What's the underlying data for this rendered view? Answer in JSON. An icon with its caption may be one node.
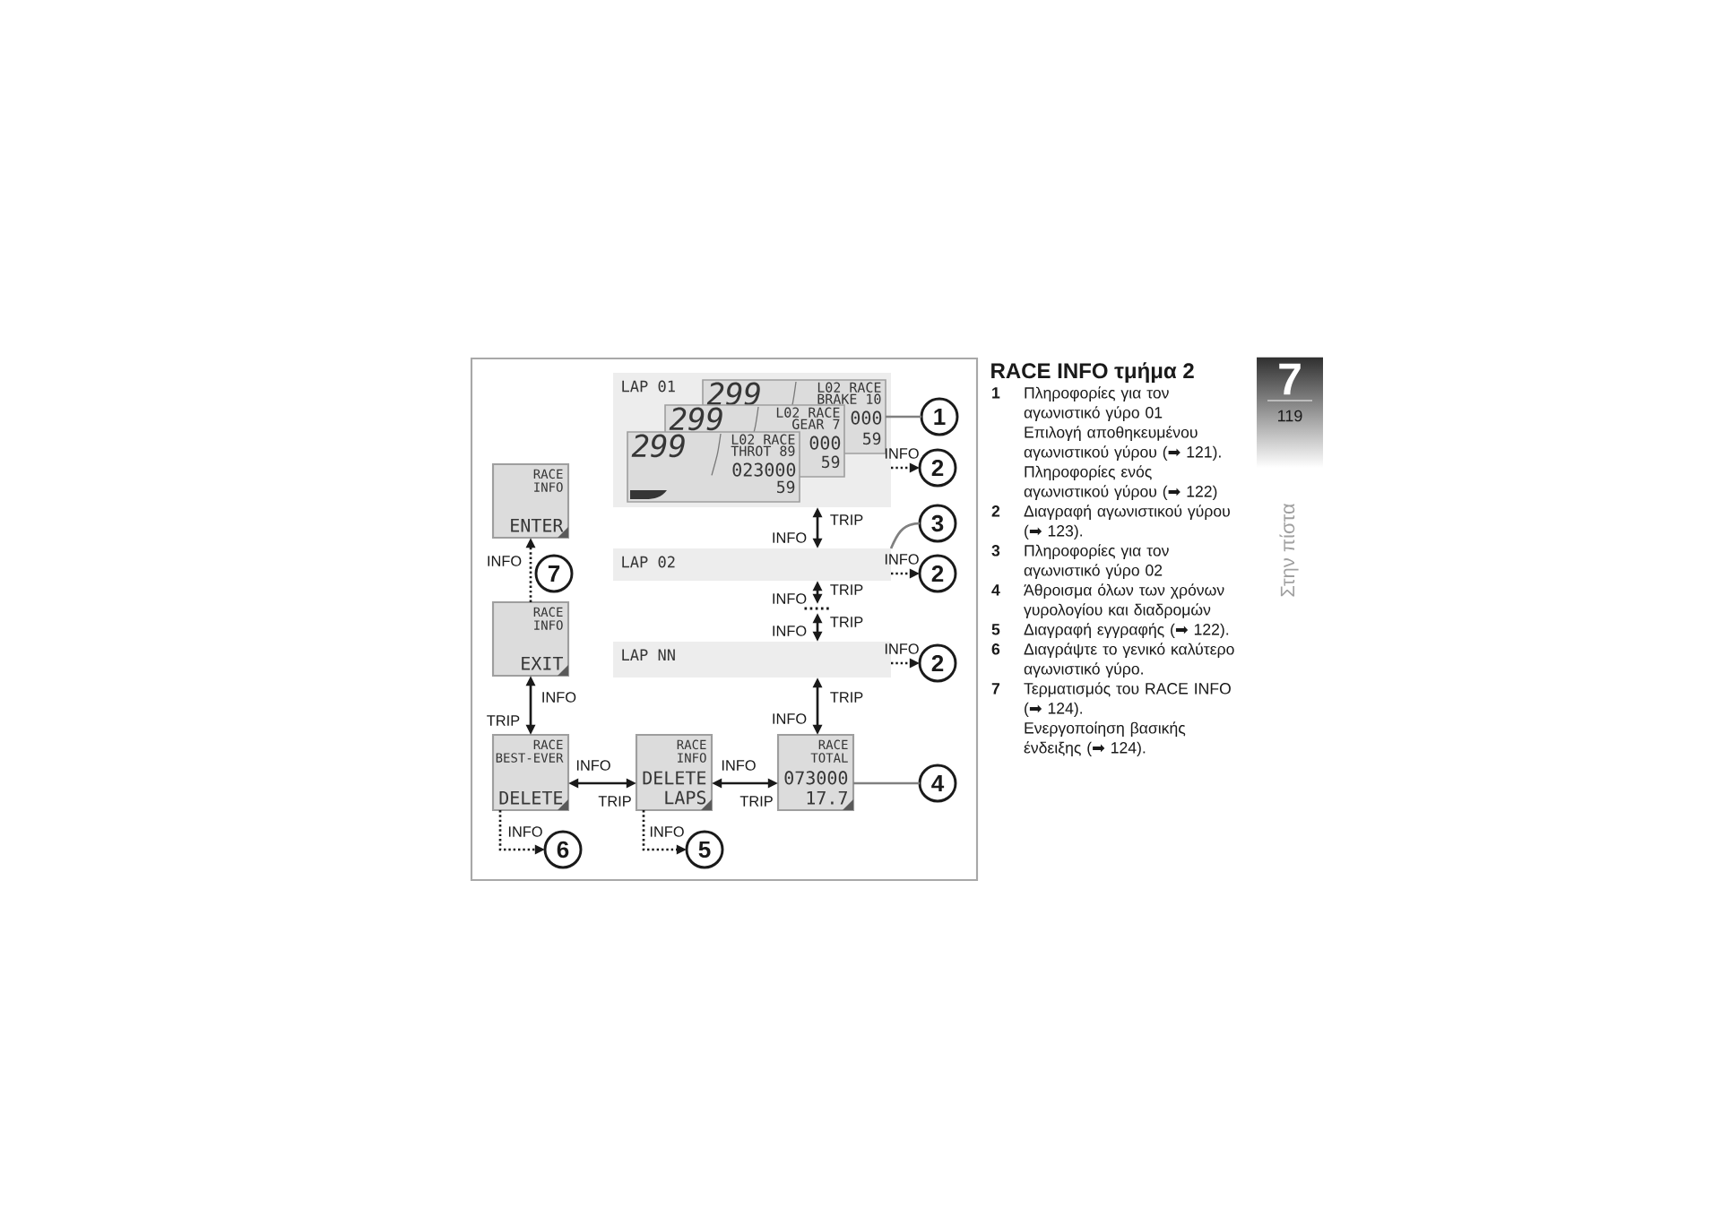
{
  "diagram": {
    "title": "RACE INFO τμήμα 2",
    "nodes": [
      {
        "text": [
          "LAP 01"
        ]
      },
      {
        "text": [
          "299",
          "L02 RACE",
          "BRAKE 10",
          "000",
          "59"
        ],
        "in": 0
      },
      {
        "text": [
          "299",
          "L02 RACE",
          "GEAR 7",
          "000",
          "59"
        ],
        "in": 0
      },
      {
        "text": [
          "299",
          "L02 RACE",
          "THROT 89",
          "023000",
          "59"
        ],
        "in": 0
      },
      {
        "text": [
          "1"
        ]
      },
      {
        "text": [
          "2"
        ]
      },
      {
        "text": [
          "RACE INFO",
          "ENTER"
        ]
      },
      {
        "text": [
          "3"
        ]
      },
      {
        "text": [
          "7"
        ]
      },
      {
        "text": [
          "LAP 02"
        ]
      },
      {
        "text": [
          "2"
        ]
      },
      {
        "text": [
          "RACE INFO",
          "EXIT"
        ]
      },
      {
        "text": [
          "LAP NN"
        ]
      },
      {
        "text": [
          "2"
        ]
      },
      {
        "text": [
          "RACE BEST-EVER",
          "DELETE"
        ]
      },
      {
        "text": [
          "RACE INFO",
          "DELETE LAPS"
        ]
      },
      {
        "text": [
          "RACE TOTAL",
          "073000",
          "17.7"
        ]
      },
      {
        "text": [
          "4"
        ]
      },
      {
        "text": [
          "6"
        ]
      },
      {
        "text": [
          "5"
        ]
      },
      {
        "text": [
          "7",
          "119"
        ]
      },
      {
        "text": [],
        "shape": "dots"
      }
    ],
    "edges": [
      {
        "from": 4,
        "to": 1,
        "arrow": "none",
        "color": "#808080"
      },
      {
        "from": 0,
        "to": 5,
        "arrow": "to",
        "label": "INFO",
        "style": "dashed"
      },
      {
        "from": 0,
        "to": 9,
        "arrow": "both",
        "label": "TRIP"
      },
      {
        "from": 7,
        "to": 9,
        "arrow": "none",
        "color": "#808080"
      },
      {
        "from": 11,
        "to": 6,
        "arrow": "to",
        "label": "INFO",
        "style": "dashed"
      },
      {
        "from": 9,
        "to": 10,
        "arrow": "to",
        "label": "INFO",
        "style": "dashed"
      },
      {
        "from": 9,
        "to": 21,
        "arrow": "both",
        "label": "TRIP"
      },
      {
        "from": 21,
        "to": 12,
        "arrow": "both",
        "label": "TRIP"
      },
      {
        "from": 12,
        "to": 13,
        "arrow": "to",
        "label": "INFO",
        "style": "dashed"
      },
      {
        "from": 12,
        "to": 16,
        "arrow": "both",
        "label": "TRIP"
      },
      {
        "from": 11,
        "to": 14,
        "arrow": "both",
        "label": "INFO"
      },
      {
        "from": 14,
        "to": 15,
        "arrow": "both",
        "label": "INFO"
      },
      {
        "from": 15,
        "to": 16,
        "arrow": "both",
        "label": "INFO"
      },
      {
        "from": 17,
        "to": 16,
        "arrow": "none",
        "color": "#808080"
      },
      {
        "from": 14,
        "to": 18,
        "arrow": "to",
        "label": "INFO",
        "style": "dashed"
      },
      {
        "from": 15,
        "to": 19,
        "arrow": "to",
        "label": "INFO",
        "style": "dashed"
      }
    ],
    "labels": [
      "INFO",
      "INFO",
      "INFO",
      "INFO",
      "TRIP",
      "TRIP",
      "TRIP",
      "1",
      "Πληροφορίες για τον αγωνιστικό γύρο 01",
      "Επιλογή αποθηκευμένου αγωνιστικού γύρου (➡ 121).",
      "Πληροφορίες ενός αγωνιστικού γύρου (➡ 122)",
      "2",
      "Διαγραφή αγωνιστικού γύρου (➡ 123).",
      "3",
      "Πληροφορίες για τον αγωνιστικό γύρο 02",
      "4",
      "Άθροισμα όλων των χρόνων γυρολογίου και διαδρομών",
      "5",
      "Διαγραφή εγγραφής (➡ 122).",
      "6",
      "Διαγράψτε το γενικό καλύτερο αγωνιστικό γύρο.",
      "7",
      "Τερματισμός του RACE INFO (➡ 124).",
      "Ενεργοποίηση βασικής ένδειξης (➡ 124).",
      "Στην πίστα"
    ]
  }
}
